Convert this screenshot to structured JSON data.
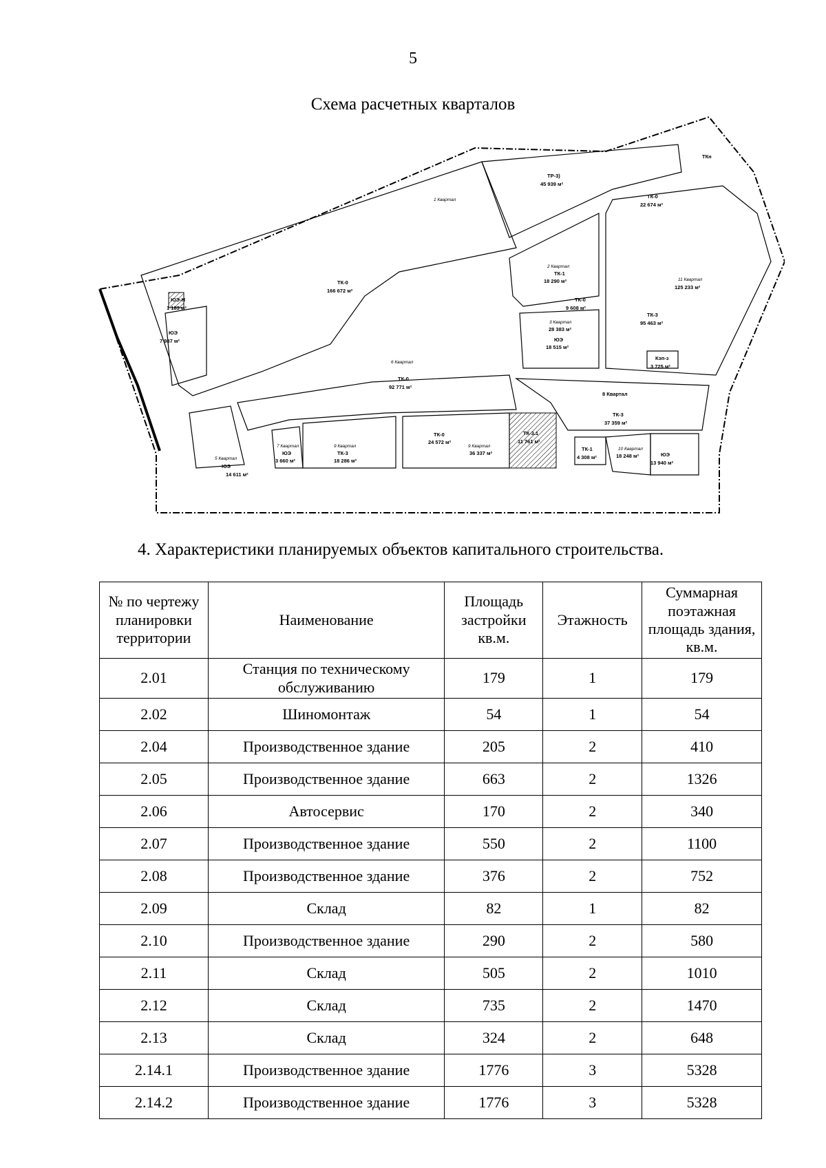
{
  "page_number": "5",
  "scheme_title": "Схема расчетных кварталов",
  "map_labels": {
    "kv1": "1 Квартал",
    "tk0_a": "ТК-0",
    "area_166672": "166 672 м²",
    "zone_tr": "ТР-3)",
    "area_45939": "45 939 м²",
    "tk0_b": "ТК-0",
    "area_22674": "22 674 м²",
    "tkn": "ТКн",
    "izon": "ЮЭ-Н",
    "area_1183": "1 183 м²",
    "ioe_a": "ЮЭ",
    "area_7987": "7 987 м²",
    "kv2": "2 Квартал",
    "tk1_a": "ТК-1",
    "area_18290": "18 290 м²",
    "tk0_c": "ТК-0",
    "area_9608": "9 608 м²",
    "kv3": "3 Квартал",
    "area_28383": "28 383 м²",
    "ioe_b": "ЮЭ",
    "area_18515": "18 515 м²",
    "kv11": "11 Квартал",
    "area_125233": "125 233 м²",
    "tk3_a": "ТК-3",
    "area_95463": "95 463 м²",
    "kemp": "Кэп-з",
    "area_3725": "3 725 м²",
    "kv6": "6 Квартал",
    "tk0_d": "ТК-0",
    "area_92771": "92 771 м²",
    "kv8": "8 Квартал",
    "tk3_b": "ТК-3",
    "area_37359": "37 359 м²",
    "kv5": "5 Квартал",
    "ioe_c": "ЮЭ",
    "area_14611": "14 611 м²",
    "kv7": "7 Квартал",
    "ioe_d": "ЮЭ",
    "area_3660": "3 660 м²",
    "kv9a": "9 Квартал",
    "tk3_c": "ТК-3",
    "area_18286": "18 286 м²",
    "tk0_e": "ТК-0",
    "area_24572": "24 572 м²",
    "kv9b": "9 Квартал",
    "area_36337": "36 337 м²",
    "tk31": "ТК-3.1",
    "area_11761": "11 761 м²",
    "tk1_b": "ТК-1",
    "area_4308": "4 308 м²",
    "kv10": "10 Квартал",
    "area_18248": "18 248 м²",
    "ioe_e": "ЮЭ",
    "area_13940": "13 940 м²"
  },
  "section_heading": "4.   Характеристики планируемых объектов капитального строительства.",
  "table": {
    "headers": {
      "number": "№ по чертежу планировки территории",
      "name": "Наименование",
      "area": "Площадь застройки кв.м.",
      "floors": "Этажность",
      "total": "Суммарная поэтажная площадь здания, кв.м."
    },
    "rows": [
      {
        "number": "2.01",
        "name": "Станция по техническому обслуживанию",
        "area": "179",
        "floors": "1",
        "total": "179"
      },
      {
        "number": "2.02",
        "name": "Шиномонтаж",
        "area": "54",
        "floors": "1",
        "total": "54"
      },
      {
        "number": "2.04",
        "name": "Производственное здание",
        "area": "205",
        "floors": "2",
        "total": "410"
      },
      {
        "number": "2.05",
        "name": "Производственное здание",
        "area": "663",
        "floors": "2",
        "total": "1326"
      },
      {
        "number": "2.06",
        "name": "Автосервис",
        "area": "170",
        "floors": "2",
        "total": "340"
      },
      {
        "number": "2.07",
        "name": "Производственное здание",
        "area": "550",
        "floors": "2",
        "total": "1100"
      },
      {
        "number": "2.08",
        "name": "Производственное здание",
        "area": "376",
        "floors": "2",
        "total": "752"
      },
      {
        "number": "2.09",
        "name": "Склад",
        "area": "82",
        "floors": "1",
        "total": "82"
      },
      {
        "number": "2.10",
        "name": "Производственное здание",
        "area": "290",
        "floors": "2",
        "total": "580"
      },
      {
        "number": "2.11",
        "name": "Склад",
        "area": "505",
        "floors": "2",
        "total": "1010"
      },
      {
        "number": "2.12",
        "name": "Склад",
        "area": "735",
        "floors": "2",
        "total": "1470"
      },
      {
        "number": "2.13",
        "name": "Склад",
        "area": "324",
        "floors": "2",
        "total": "648"
      },
      {
        "number": "2.14.1",
        "name": "Производственное здание",
        "area": "1776",
        "floors": "3",
        "total": "5328"
      },
      {
        "number": "2.14.2",
        "name": "Производственное здание",
        "area": "1776",
        "floors": "3",
        "total": "5328"
      }
    ]
  }
}
